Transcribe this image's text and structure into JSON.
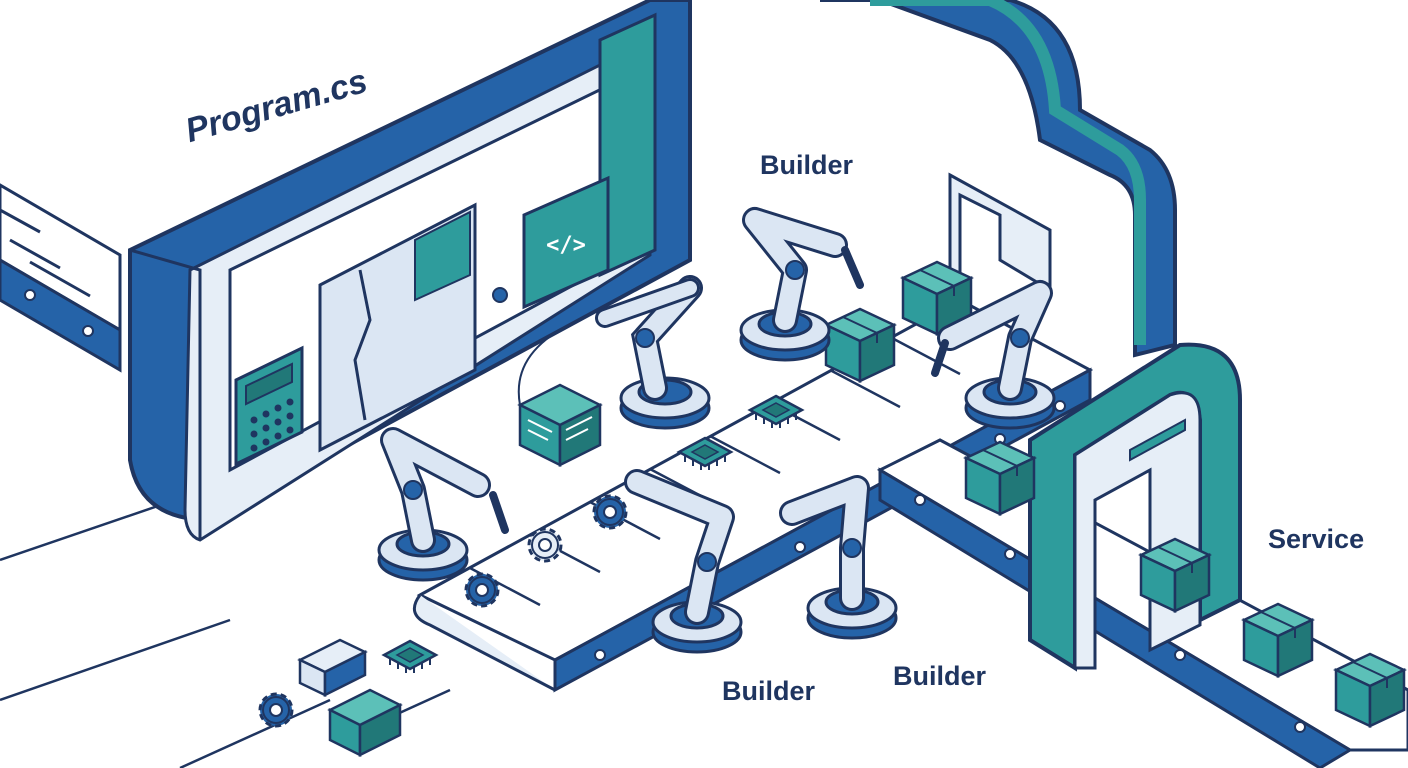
{
  "labels": {
    "program": "Program.cs",
    "builder_top": "Builder",
    "builder_bottom_left": "Builder",
    "builder_bottom_right": "Builder",
    "service": "Service"
  },
  "screen_glyph": "</>",
  "palette": {
    "navy": "#1f3560",
    "blue": "#2563a8",
    "teal": "#2e9c9c",
    "teal_dark": "#217878",
    "light": "#e6eef7",
    "white": "#ffffff"
  },
  "icons": [
    "gear-icon",
    "chip-icon",
    "box-icon",
    "robot-arm-icon",
    "calculator-icon",
    "code-icon"
  ]
}
